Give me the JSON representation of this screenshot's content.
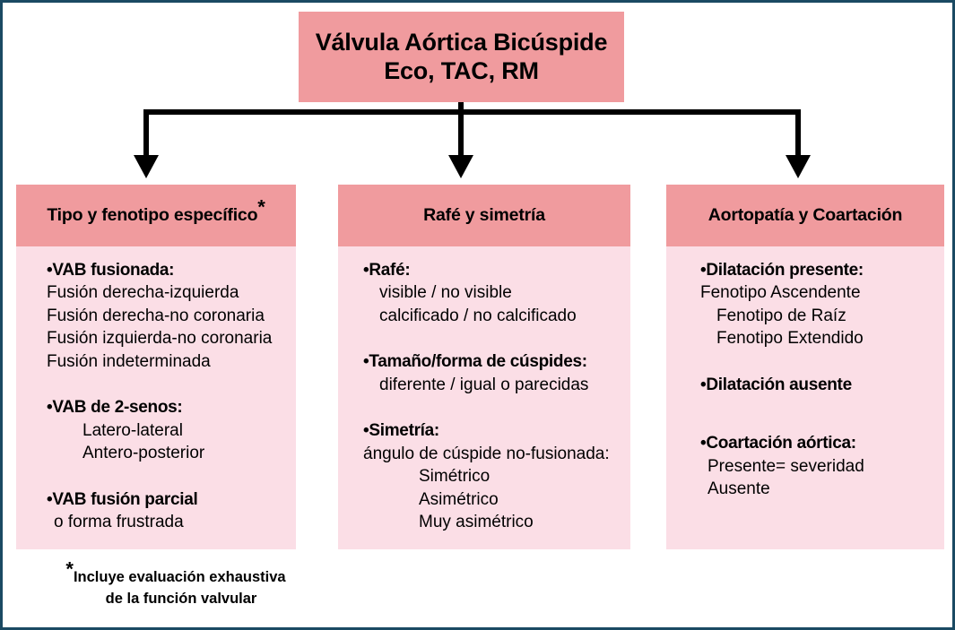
{
  "title": {
    "line1": "Válvula Aórtica Bicúspide",
    "line2": "Eco, TAC, RM"
  },
  "columns": [
    {
      "header": "Tipo y fenotipo específico",
      "header_superscript": "*",
      "groups": [
        {
          "heading": "•VAB fusionada:",
          "items": [
            "Fusión derecha-izquierda",
            "Fusión derecha-no coronaria",
            "Fusión izquierda-no coronaria",
            "Fusión indeterminada"
          ]
        },
        {
          "heading": "•VAB de 2-senos:",
          "items": [
            "Latero-lateral",
            "Antero-posterior"
          ]
        },
        {
          "heading": "•VAB fusión parcial",
          "items": [
            "o forma frustrada"
          ]
        }
      ]
    },
    {
      "header": "Rafé y simetría",
      "header_superscript": "",
      "groups": [
        {
          "heading": "•Rafé:",
          "items": [
            "visible / no visible",
            "calcificado / no calcificado"
          ]
        },
        {
          "heading": "•Tamaño/forma de cúspides:",
          "items": [
            "diferente / igual o parecidas"
          ]
        },
        {
          "heading": "•Simetría:",
          "items": [
            "ángulo de cúspide no-fusionada:",
            "Simétrico",
            "Asimétrico",
            "Muy asimétrico"
          ]
        }
      ]
    },
    {
      "header": "Aortopatía y Coartación",
      "header_superscript": "",
      "groups": [
        {
          "heading": "•Dilatación presente:",
          "items": [
            "Fenotipo Ascendente",
            "Fenotipo de Raíz",
            "Fenotipo Extendido"
          ]
        },
        {
          "heading": "•Dilatación ausente",
          "items": []
        },
        {
          "heading": "•Coartación aórtica:",
          "items": [
            "Presente= severidad",
            "Ausente"
          ]
        }
      ]
    }
  ],
  "footnote": {
    "star": "*",
    "line1": "Incluye evaluación exhaustiva",
    "line2": "de la función valvular"
  },
  "colors": {
    "header_fill": "#f09b9e",
    "body_fill": "#fbdee6",
    "frame": "#1b4a63",
    "text": "#000000"
  }
}
